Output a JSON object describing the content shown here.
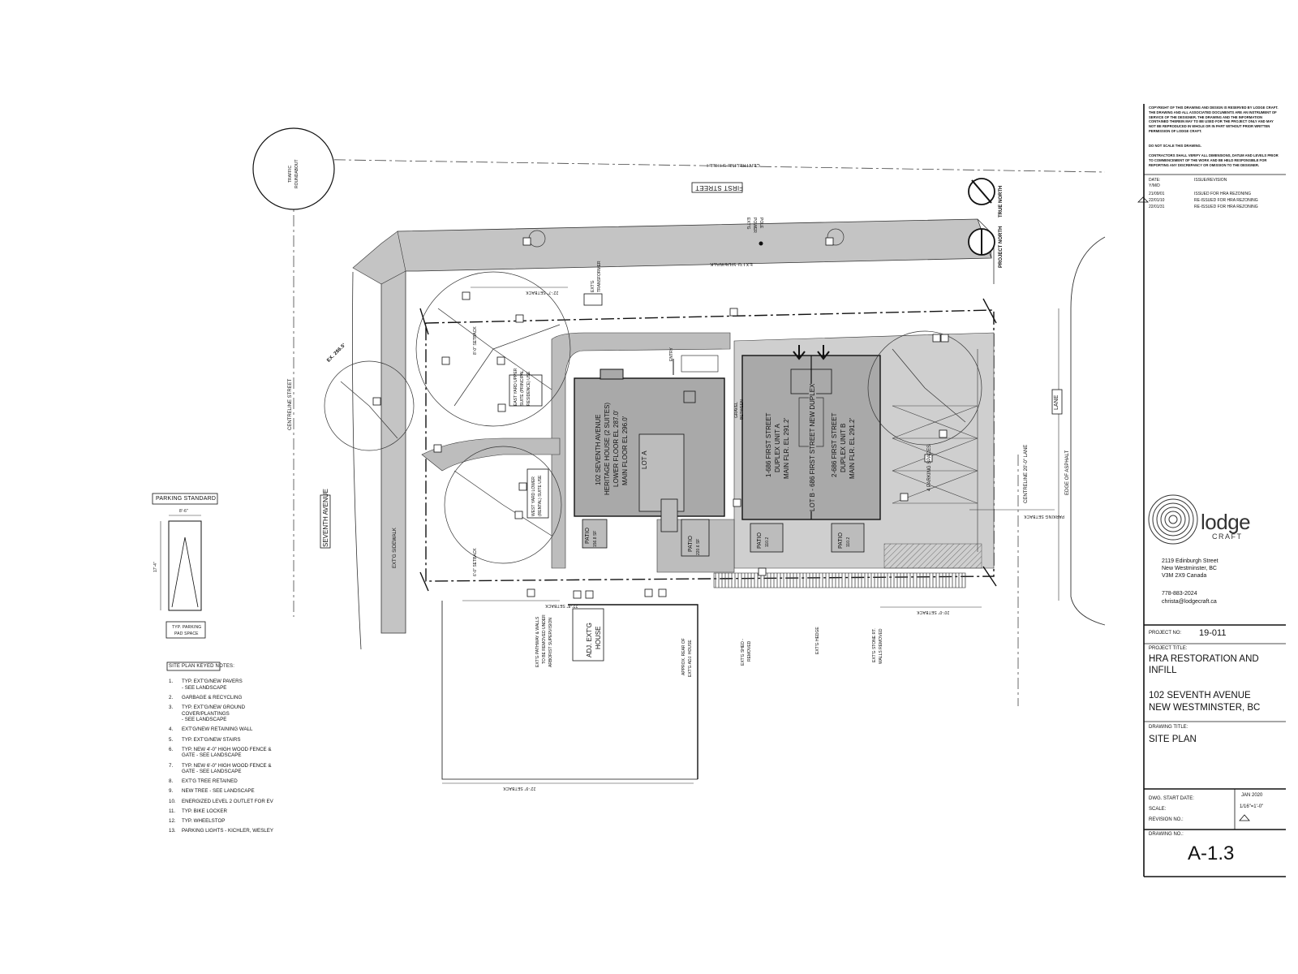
{
  "sheet": {
    "copyright": [
      "COPYRIGHT OF THIS DRAWING AND DESIGN IS RESERVED BY LODGE CRAFT.",
      "THE DRAWING AND ALL ASSOCIATED DOCUMENTS ARE AN INSTRUMENT OF",
      "SERVICE OF THE DESIGNER. THE DRAWING AND THE INFORMATION",
      "CONTAINED THEREIN MAY TO BE USED FOR THE PROJECT ONLY AND MAY",
      "NOT BE REPRODUCED IN WHOLE OR IN PART WITHOUT PRIOR WRITTEN",
      "PERMISSION OF LODGE CRAFT."
    ],
    "noscale": "DO NOT SCALE THIS DRAWING.",
    "contractors": [
      "CONTRACTORS SHALL VERIFY ALL DIMENSIONS, DATUM AND LEVELS PRIOR",
      "TO COMMENCEMENT OF THE WORK AND BE HELD RESPONSIBLE FOR",
      "REPORTING ANY DISCREPANCY OR OMISSION TO THE DESIGNER."
    ],
    "rev_header_date": "DATE:",
    "rev_header_ymd": "Y/M/D",
    "rev_header_issue": "ISSUE/REVISION",
    "revisions": [
      {
        "date": "21/09/01",
        "issue": "ISSUED FOR HRA REZONING"
      },
      {
        "date": "22/01/10",
        "issue": "RE-ISSUED FOR HRA REZONING"
      },
      {
        "date": "22/01/31",
        "issue": "RE-ISSUED FOR HRA REZONING"
      }
    ],
    "logo_line1": "lodge",
    "logo_line2": "CRAFT",
    "address": [
      "2119 Edinburgh Street",
      "New Westminster, BC",
      "V3M 2X9 Canada"
    ],
    "phone": "778-883-2024",
    "email": "christa@lodgecraft.ca",
    "project_no_label": "PROJECT NO:",
    "project_no": "19-011",
    "project_title_label": "PROJECT TITLE:",
    "project_title": [
      "HRA RESTORATION AND",
      "INFILL"
    ],
    "project_address": [
      "102 SEVENTH AVENUE",
      "NEW WESTMINSTER, BC"
    ],
    "drawing_title_label": "DRAWING TITLE:",
    "drawing_title": "SITE PLAN",
    "start_date_label": "DWG. START DATE:",
    "start_date": "JAN 2020",
    "scale_label": "SCALE:",
    "scale": "1/16\"=1'-0\"",
    "revision_label": "REVISION NO.:",
    "drawing_no_label": "DRAWING NO.:",
    "drawing_no": "A-1.3"
  },
  "plan": {
    "streets": {
      "first_street": "FIRST STREET",
      "seventh_avenue": "SEVENTH AVENUE",
      "lane": "LANE",
      "centreline_street_top": "CENTRELINE STREET",
      "centreline_street_left": "CENTRELINE STREET",
      "centreline_lane": "CENTRELINE 20'-0\" LANE",
      "edge_asphalt": "EDGE OF ASPHALT",
      "sidewalk_top": "EXT'G SIDEWALK",
      "sidewalk_left": "EXT'G SIDEWALK",
      "roundabout": [
        "TRAFFIC",
        "ROUNDABOUT"
      ],
      "power_pole": [
        "EXT'G",
        "POWER",
        "POLE"
      ],
      "transformer": [
        "EXT'G",
        "TRANSFORMER"
      ]
    },
    "north": {
      "true_north": "TRUE NORTH",
      "project_north": "PROJECT NORTH"
    },
    "heritage_house": [
      "102 SEVENTH AVENUE",
      "HERITAGE HOUSE (2 SUITES)",
      "LOWER FLOOR EL 287.0'",
      "MAIN FLOOR EL 296.0'"
    ],
    "lot_a": "LOT A",
    "lot_b": "LOT B - 686 FIRST STREET NEW DUPLEX",
    "duplex_a": [
      "1-686 FIRST STREET",
      "DUPLEX UNIT A",
      "MAIN FLR. EL 291.2'"
    ],
    "duplex_b": [
      "2-686 FIRST STREET",
      "DUPLEX UNIT B",
      "MAIN FLR. EL 291.2'"
    ],
    "east_yard": [
      "EAST YARD UPPER",
      "SUITE (PRINCIPAL",
      "RESIDENCE) USE"
    ],
    "west_yard": [
      "WEST YARD LOWER",
      "(RENTAL) SUITE USE"
    ],
    "patios": [
      {
        "label": "PATIO",
        "area": "156.8 SF"
      },
      {
        "label": "PATIO",
        "area": "220.6 SF"
      },
      {
        "label": "PATIO",
        "area": "110.2"
      },
      {
        "label": "PATIO",
        "area": "110.2"
      }
    ],
    "parking_spaces": "4 PARKING SPACES",
    "parking_setback": "PARKING SETBACK",
    "adj_house": [
      "ADJ. EXT'G",
      "HOUSE"
    ],
    "approx_rear": [
      "APPROX. REAR OF",
      "EXT'G ADJ. HOUSE"
    ],
    "shed": [
      "EXT'G SHED -",
      "REMOVED"
    ],
    "hedge": "EXT'G HEDGE",
    "stone_walls": [
      "EXT'G STONE RT.",
      "WALLS REMOVED"
    ],
    "pathway_note": [
      "EXT'G PATHWAY & WALLS",
      "TO BE REMOVED UNDER",
      "ARBORIST SUPERVISION"
    ],
    "setbacks": {
      "s1": "22'-7\" SETBACK",
      "s2": "20'-0\" SETBACK",
      "s3": "22'-8\" SETBACK",
      "s4": "22'-9\" SETBACK",
      "s5": "8'-0\" SETBACK",
      "s6": "6'-0\" SETBACK"
    },
    "gravel_between": [
      "GRAVEL",
      "BETWEEN"
    ],
    "entry": "ENTRY",
    "ex_el": "EX. 286.5'"
  },
  "parking_standard": {
    "title": "PARKING STANDARD",
    "width": "8'-6\"",
    "length": "17'-4\"",
    "caption": [
      "TYP. PARKING",
      "PAD SPACE"
    ]
  },
  "keyed_notes": {
    "title": "SITE PLAN KEYED NOTES:",
    "items": [
      {
        "num": "1.",
        "text": [
          "TYP. EXT'G/NEW PAVERS",
          "- SEE LANDSCAPE"
        ]
      },
      {
        "num": "2.",
        "text": [
          "GARBAGE & RECYCLING"
        ]
      },
      {
        "num": "3.",
        "text": [
          "TYP. EXT'G/NEW GROUND",
          "COVER/PLANTINGS",
          "- SEE LANDSCAPE"
        ]
      },
      {
        "num": "4.",
        "text": [
          "EXT'G/NEW RETAINING WALL"
        ]
      },
      {
        "num": "5.",
        "text": [
          "TYP. EXT'G/NEW STAIRS"
        ]
      },
      {
        "num": "6.",
        "text": [
          "TYP. NEW 4'-0\" HIGH WOOD FENCE &",
          "GATE - SEE LANDSCAPE"
        ]
      },
      {
        "num": "7.",
        "text": [
          "TYP. NEW 6'-0\" HIGH WOOD FENCE &",
          "GATE - SEE LANDSCAPE"
        ]
      },
      {
        "num": "8.",
        "text": [
          "EXT'G TREE RETAINED"
        ]
      },
      {
        "num": "9.",
        "text": [
          "NEW TREE - SEE LANDSCAPE"
        ]
      },
      {
        "num": "10.",
        "text": [
          "ENERGIZED LEVEL 2 OUTLET FOR EV"
        ]
      },
      {
        "num": "11.",
        "text": [
          "TYP. BIKE LOCKER"
        ]
      },
      {
        "num": "12.",
        "text": [
          "TYP. WHEELSTOP"
        ]
      },
      {
        "num": "13.",
        "text": [
          "PARKING LIGHTS - KICHLER, WESLEY"
        ]
      }
    ]
  }
}
